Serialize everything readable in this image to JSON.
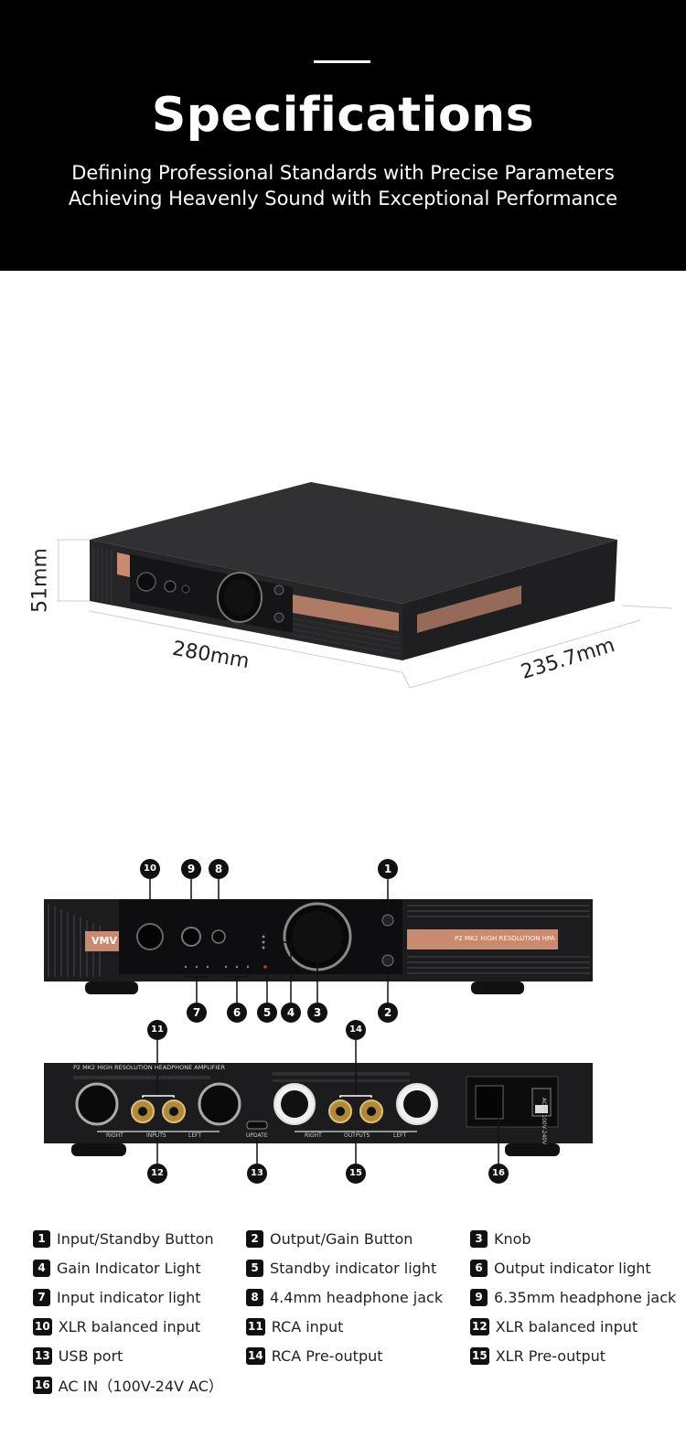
{
  "header": {
    "title": "Specifications",
    "subtitle_line1": "Defining Professional Standards with Precise Parameters",
    "subtitle_line2": "Achieving Heavenly Sound with Exceptional Performance"
  },
  "dimensions": {
    "height": "51mm",
    "width": "280mm",
    "depth": "235.7mm"
  },
  "device": {
    "brand": "VMV",
    "front_model_label": "P2 MK2 HIGH RESOLUTION HPA",
    "rear_model_label": "P2 MK2 HIGH RESOLUTION HEADPHONE AMPLIFIER",
    "rear_right_label": "RIGHT",
    "rear_inputs_label": "INPUTS",
    "rear_left_label": "LEFT",
    "rear_update_label": "UPDATE",
    "rear_right2_label": "RIGHT",
    "rear_outputs_label": "OUTPUTS",
    "rear_left2_label": "LEFT",
    "rear_ac_label": "AC IN 100V-240V"
  },
  "callouts": {
    "c1": "1",
    "c2": "2",
    "c3": "3",
    "c4": "4",
    "c5": "5",
    "c6": "6",
    "c7": "7",
    "c8": "8",
    "c9": "9",
    "c10": "10",
    "c11": "11",
    "c12": "12",
    "c13": "13",
    "c14": "14",
    "c15": "15",
    "c16": "16"
  },
  "legend": [
    {
      "num": "1",
      "label": "Input/Standby Button"
    },
    {
      "num": "2",
      "label": "Output/Gain Button"
    },
    {
      "num": "3",
      "label": "Knob"
    },
    {
      "num": "4",
      "label": "Gain Indicator Light"
    },
    {
      "num": "5",
      "label": "Standby indicator light"
    },
    {
      "num": "6",
      "label": "Output indicator light"
    },
    {
      "num": "7",
      "label": "Input indicator light"
    },
    {
      "num": "8",
      "label": "4.4mm headphone jack"
    },
    {
      "num": "9",
      "label": "6.35mm headphone jack"
    },
    {
      "num": "10",
      "label": "XLR balanced input"
    },
    {
      "num": "11",
      "label": "RCA input"
    },
    {
      "num": "12",
      "label": "XLR balanced input"
    },
    {
      "num": "13",
      "label": "USB port"
    },
    {
      "num": "14",
      "label": "RCA Pre-output"
    },
    {
      "num": "15",
      "label": "XLR Pre-output"
    },
    {
      "num": "16",
      "label": "AC IN（100V-24V AC）"
    }
  ],
  "colors": {
    "header_bg": "#000000",
    "device_body": "#2a2a2c",
    "copper_accent": "#c98a70"
  }
}
